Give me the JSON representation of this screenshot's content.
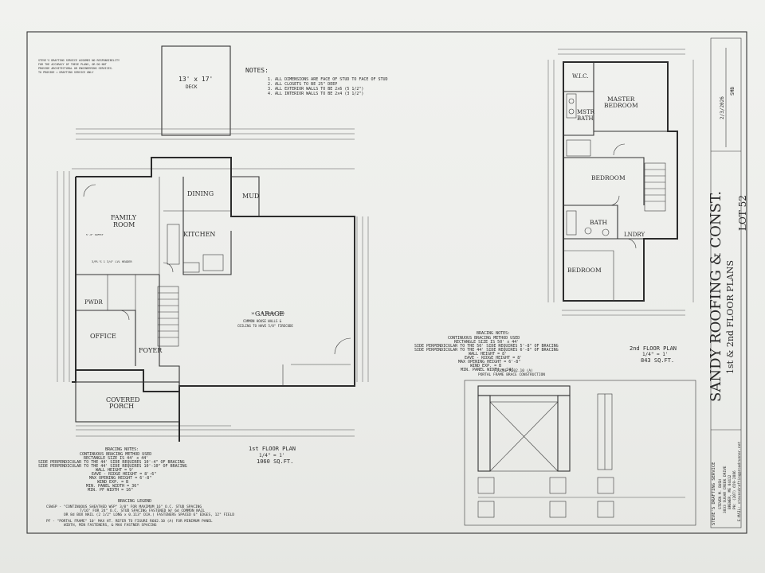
{
  "notes": {
    "heading": "NOTES:",
    "items": [
      "1. ALL DIMENSIONS ARE FACE OF STUD TO FACE OF STUD",
      "2. ALL CLOSETS TO BE 25\" DEEP",
      "3. ALL EXTERIOR WALLS TO BE 2x6 (5 1/2\")",
      "4. ALL INTERIOR WALLS TO BE 2x4 (3 1/2\")"
    ]
  },
  "disclaimer": [
    "STEVE'S DRAFTING SERVICE ASSUMES NO RESPONSIBILITY",
    "FOR THE ACCURACY OF THESE PLANS, OR DO NOT",
    "PROVIDE ARCHITECTURAL OR ENGINEERING SERVICES.",
    "TO PROVIDE = DRAFTING SERVICE ONLY"
  ],
  "first_floor": {
    "deck": "13' x 17'",
    "deck_label": "DECK",
    "rooms": {
      "family": "FAMILY",
      "family2": "ROOM",
      "dining": "DINING",
      "kitchen": "KITCHEN",
      "mud": "MUD",
      "garage": "GARAGE",
      "garage_note": [
        "COMMON HOUSE WALLS &",
        "CEILING TO HAVE 5/8\" FIRECODE"
      ],
      "pwdr": "PWDR",
      "office": "OFFICE",
      "foyer": "FOYER",
      "porch": "COVERED",
      "porch2": "PORCH"
    },
    "plan_title": "1st FLOOR PLAN",
    "scale": "1/4\" = 1'",
    "area": "1060 SQ.FT."
  },
  "second_floor": {
    "rooms": {
      "wic": "W.I.C.",
      "mstr_bath": "MSTR",
      "mstr_bath2": "BATH",
      "master": "MASTER",
      "master2": "BEDROOM",
      "bed1": "BEDROOM",
      "bath": "BATH",
      "lndry": "LNDRY",
      "bed2": "BEDROOM"
    },
    "plan_title": "2nd FLOOR PLAN",
    "scale": "1/4\" = 1'",
    "area": "843 SQ.FT."
  },
  "bracing_notes_1": {
    "heading": "BRACING NOTES:",
    "lines": [
      "CONTINUOUS BRACING METHOD USED",
      "RECTANGLE SIZE IS 44' x 44'",
      "SIDE PERPENDICULAR TO THE 44' SIDE REQUIRES 10'-4\" OF BRACING",
      "SIDE PERPENDICULAR TO THE 44' SIDE REQUIRES 10'-10\" OF BRACING",
      "WALL HEIGHT = 9'",
      "EAVE - RIDGE HEIGHT = 8'-6\"",
      "MAX OPENING HEIGHT = 6'-8\"",
      "WIND EXP. = B",
      "MIN. PANEL WIDTH = 36\"",
      "MIN. PF WIDTH = 16\""
    ]
  },
  "bracing_legend": {
    "heading": "BRACING LEGEND",
    "lines": [
      "CSWSP - \"CONTINUOUS SHEATHED WSP\" 3/8\" FOR MAXIMUM 16\" O.C. STUD SPACING",
      "7/16\" FOR 24\" O.C. STUD SPACING FASTENED W/ 6d COMMON NAIL",
      "OR 8d BOX NAIL (2 1/2\" LONG x 0.113\" DIA.) FASTENERS SPACED 6\" EDGES, 12\" FIELD",
      "PF - \"PORTAL FRAME\" 10' MAX HT. REFER TO FIGURE R602.10 (A) FOR MINIMUM PANEL",
      "WIDTH, MIN FASTENERS, & MAX FASTNER SPACING"
    ]
  },
  "bracing_notes_2": {
    "heading": "BRACING NOTES:",
    "lines": [
      "CONTINUOUS BRACING METHOD USED",
      "RECTANGLE SIZE IS 50' x 44'",
      "SIDE PERPENDICULAR TO THE 50' SIDE REQUIRES 5'-8\" OF BRACING",
      "SIDE PERPENDICULAR TO THE 44' SIDE REQUIRES 6'-8\" OF BRACING",
      "WALL HEIGHT = 8'",
      "EAVE - RIDGE HEIGHT = 8'",
      "MAX OPENING HEIGHT = 6'-8\"",
      "WIND EXP. = B",
      "MIN. PANEL WIDTH = 24\""
    ]
  },
  "figure": {
    "title": "FIGURE R602.10 (A)",
    "subtitle": "PORTAL FRAME BRACE CONSTRUCTION"
  },
  "title_block": {
    "company": "SANDY ROOFING & CONST.",
    "lot": "LOT 52",
    "sheet": "1st & 2nd FLOOR PLANS",
    "date": "2/3/2026",
    "drawn_by": "SMB",
    "service": "STEVE'S DRAFTING SERVICE",
    "contact": [
      "STEVEN M. BUSH",
      "3833 SUGAR CREEK DRIVE",
      "BREWER, ME 04412",
      "PH: (207) 659-2886",
      "E-MAIL: stevesdrafting@roadrunner.net"
    ]
  }
}
